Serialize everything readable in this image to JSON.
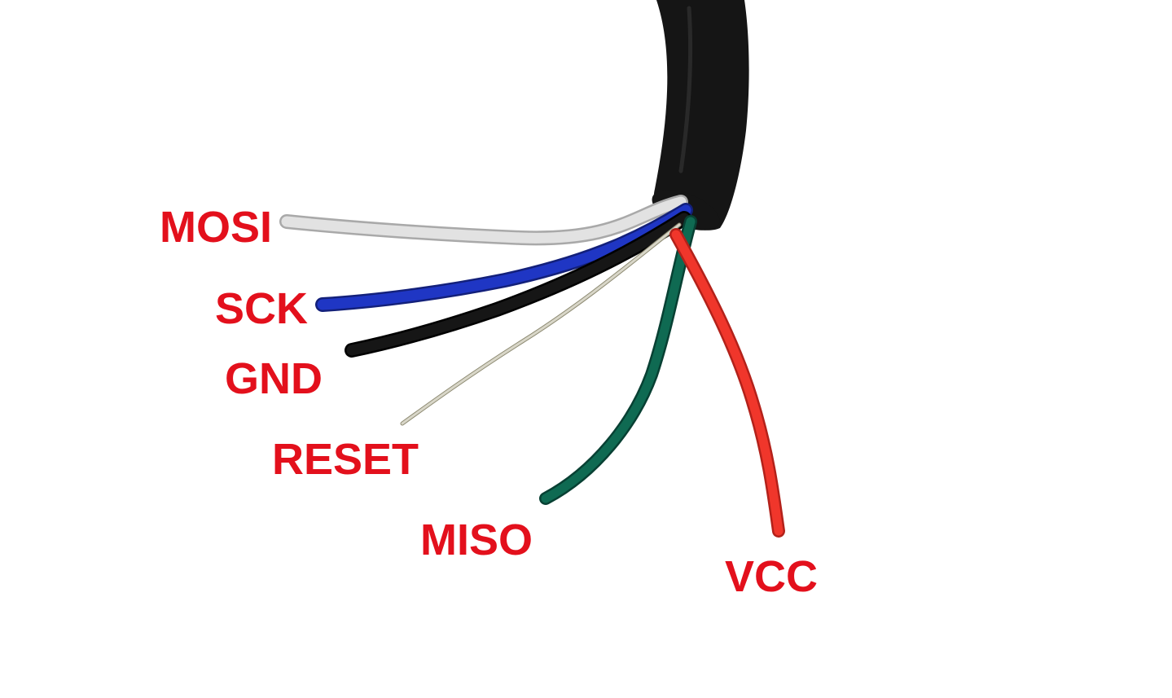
{
  "label_color": "#e3101c",
  "cable": {
    "jacket_color": "#151515",
    "highlight_color": "#3a3a3a"
  },
  "wires": [
    {
      "key": "mosi",
      "label": "MOSI",
      "color": "#e2e2e2",
      "edge": "#a9a9a9"
    },
    {
      "key": "sck",
      "label": "SCK",
      "color": "#1f36c4",
      "edge": "#13207a"
    },
    {
      "key": "gnd",
      "label": "GND",
      "color": "#161616",
      "edge": "#000000"
    },
    {
      "key": "reset",
      "label": "RESET",
      "color": "#d8d6c8",
      "edge": "#8d8a72"
    },
    {
      "key": "miso",
      "label": "MISO",
      "color": "#0f6a52",
      "edge": "#084033"
    },
    {
      "key": "vcc",
      "label": "VCC",
      "color": "#f0362b",
      "edge": "#b3211a"
    }
  ]
}
